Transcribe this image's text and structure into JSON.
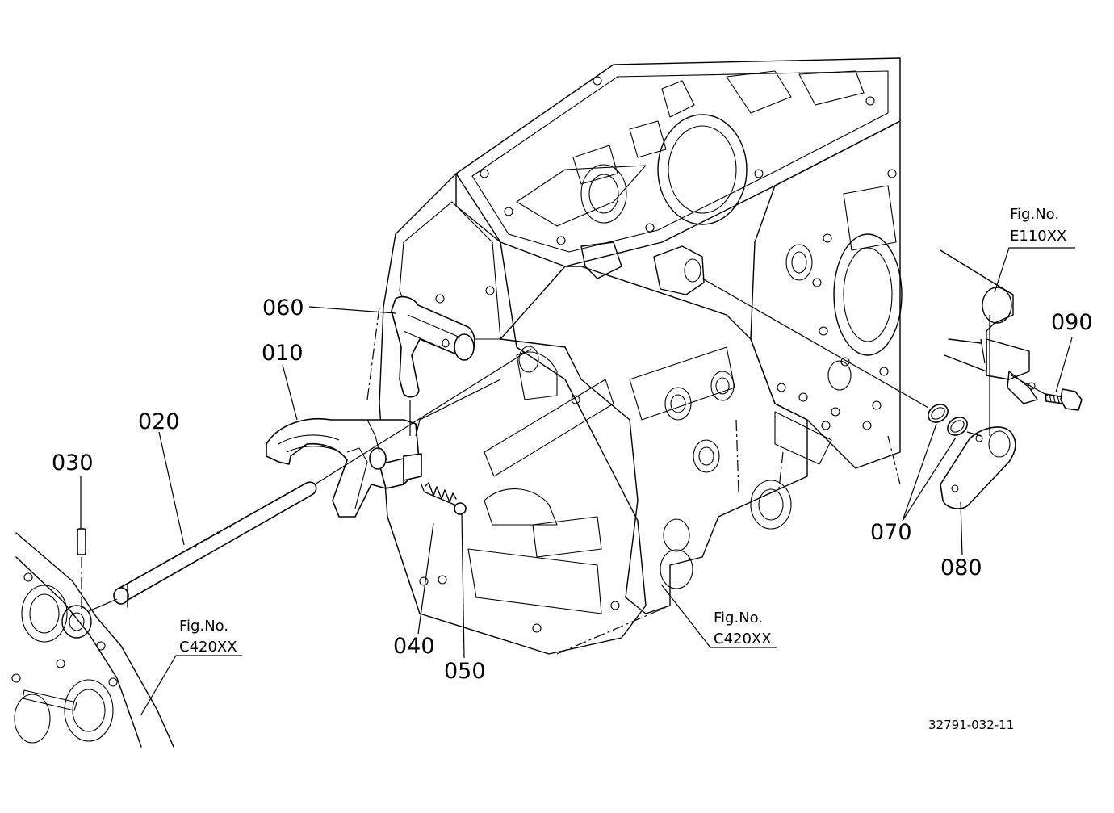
{
  "callouts": {
    "p010": "010",
    "p020": "020",
    "p030": "030",
    "p040": "040",
    "p050": "050",
    "p060": "060",
    "p070": "070",
    "p080": "080",
    "p090": "090"
  },
  "figure_refs": {
    "left": {
      "label": "Fig.No.",
      "code": "C420XX"
    },
    "center": {
      "label": "Fig.No.",
      "code": "C420XX"
    },
    "right": {
      "label": "Fig.No.",
      "code": "E110XX"
    }
  },
  "drawing_number": "32791-032-11"
}
